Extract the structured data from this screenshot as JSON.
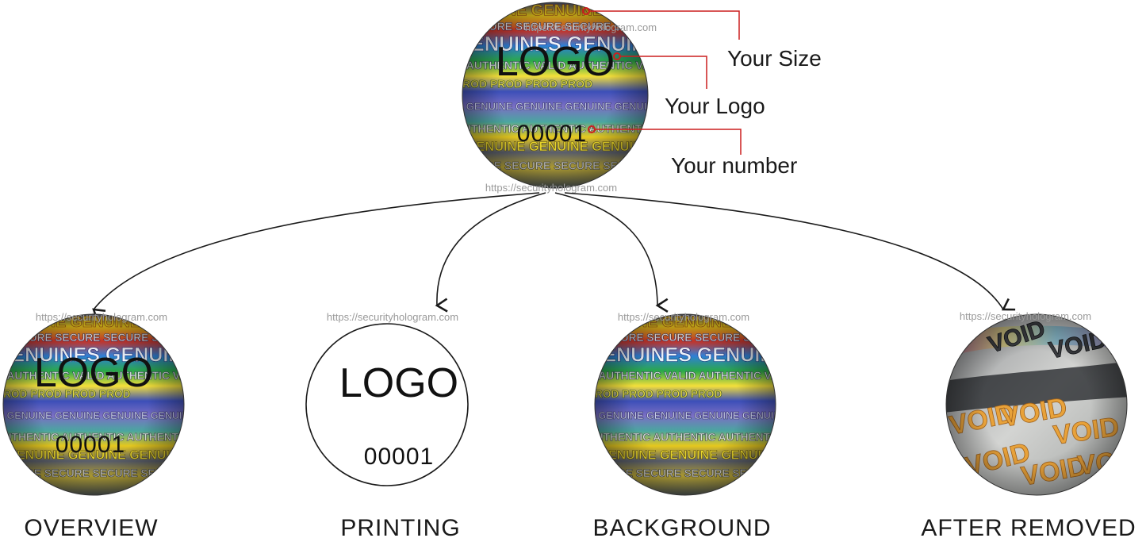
{
  "watermarks": {
    "main_top": "https://securityhologram.com",
    "main_bottom": "https://securityhologram.com",
    "overview": "https://securityhologram.com",
    "printing": "https://securityhologram.com",
    "background": "https://securityhologram.com",
    "after_removed": "https://securityhologram.com"
  },
  "main_label": {
    "logo": "LOGO",
    "number": "00001"
  },
  "callouts": {
    "size": "Your Size",
    "logo": "Your Logo",
    "number": "Your number"
  },
  "stickers": {
    "overview": {
      "caption": "OVERVIEW",
      "logo": "LOGO",
      "number": "00001"
    },
    "printing": {
      "caption": "PRINTING",
      "logo": "LOGO",
      "number": "00001"
    },
    "background": {
      "caption": "BACKGROUND"
    },
    "after_removed": {
      "caption": "AFTER REMOVED",
      "void_text": "VOID"
    }
  },
  "hologram_words": [
    "GENUINE",
    "SECURE",
    "GENUINES",
    "AUTHENTIC VALID",
    "PROD",
    "GENUINE",
    "AUTHENTIC"
  ],
  "colors": {
    "callout_line": "#cc1f1f",
    "arrow": "#1a1a1a",
    "void_gold": "#e8a23a"
  }
}
